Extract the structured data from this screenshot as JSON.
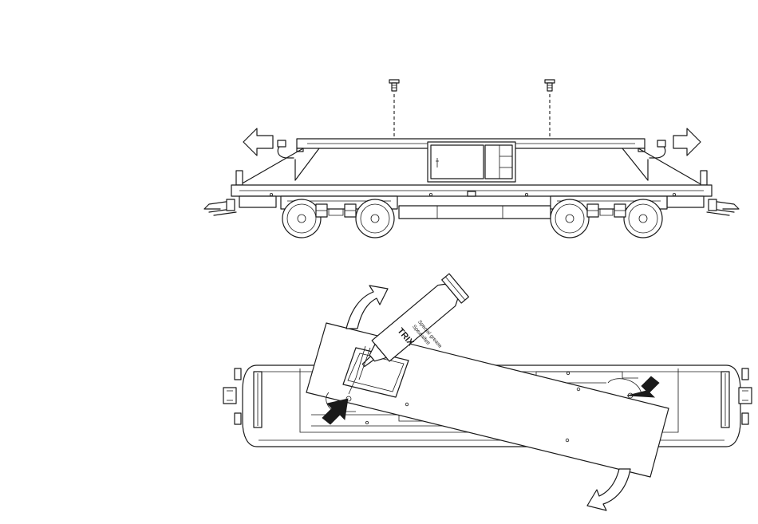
{
  "tube": {
    "brand": "TRIX",
    "line1": "Spezialfett",
    "line2": "Special grease"
  }
}
